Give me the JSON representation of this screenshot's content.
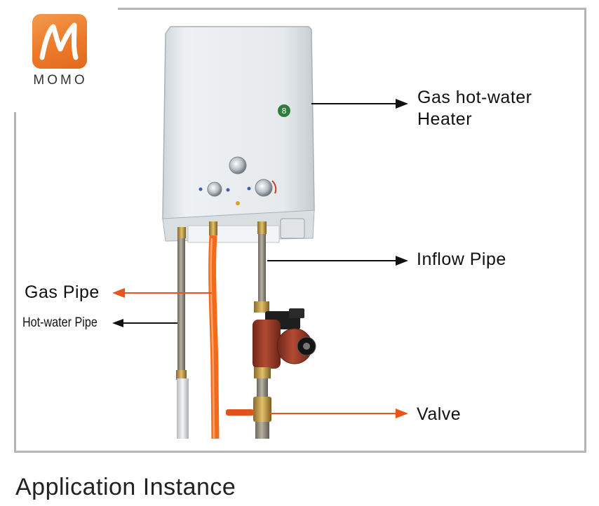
{
  "logo": {
    "brand_text": "MOMO",
    "color": "#ec7a2a"
  },
  "labels": {
    "heater_line1": "Gas hot-water",
    "heater_line2": "Heater",
    "inflow_pipe": "Inflow Pipe",
    "gas_pipe": "Gas Pipe",
    "hot_water_pipe": "Hot-water Pipe",
    "valve": "Valve"
  },
  "caption": "Application Instance",
  "colors": {
    "orange_arrow": "#e8541c",
    "black_arrow": "#111111",
    "gas_hose": "#f36a1a",
    "pump_body": "#9b3a26",
    "heater_body": "#e9ecee",
    "frame": "#b4b4b4"
  }
}
